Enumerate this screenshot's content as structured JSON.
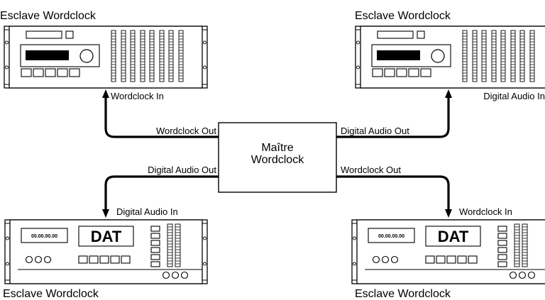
{
  "master": {
    "line1": "Maître",
    "line2": "Wordclock"
  },
  "devices": {
    "top_left": {
      "title": "Esclave Wordclock"
    },
    "top_right": {
      "title": "Esclave Wordclock"
    },
    "bottom_left": {
      "title": "Esclave Wordclock",
      "brand": "DAT",
      "counter": "00.00.00.00"
    },
    "bottom_right": {
      "title": "Esclave Wordclock",
      "brand": "DAT",
      "counter": "00.00.00.00"
    }
  },
  "connections": {
    "tl_in": "Wordclock In",
    "tl_out": "Wordclock Out",
    "tr_in": "Digital Audio In",
    "tr_out": "Digital Audio Out",
    "bl_out": "Digital Audio Out",
    "bl_in": "Digital Audio In",
    "br_out": "Wordclock Out",
    "br_in": "Wordclock In"
  },
  "colors": {
    "line": "#000000",
    "background": "#ffffff"
  }
}
